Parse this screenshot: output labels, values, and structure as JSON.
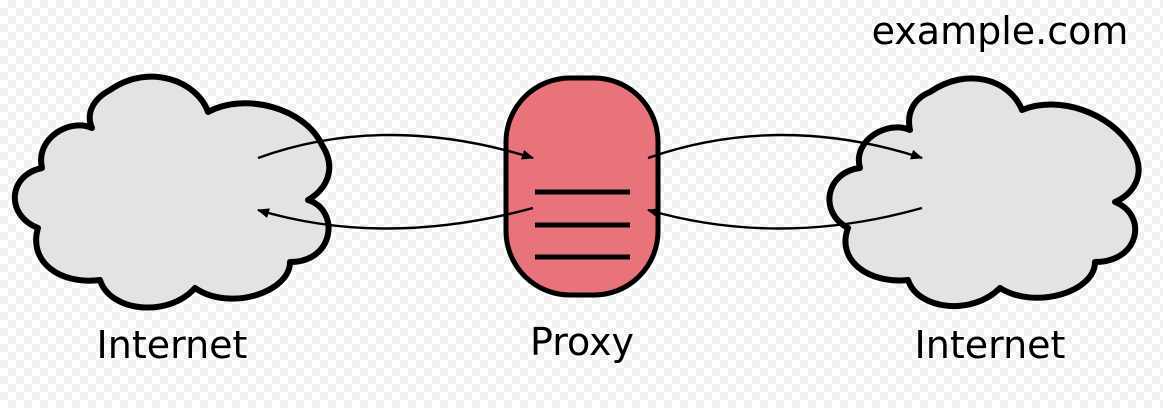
{
  "labels": {
    "left_cloud": "Internet",
    "proxy": "Proxy",
    "right_cloud": "Internet",
    "destination": "example.com"
  },
  "colors": {
    "cloud_fill": "#e3e3e6",
    "proxy_fill": "#e8737a",
    "stroke": "#000000"
  },
  "icons": {
    "left_cloud": "cloud-icon",
    "right_cloud": "cloud-icon",
    "proxy": "server-icon"
  }
}
